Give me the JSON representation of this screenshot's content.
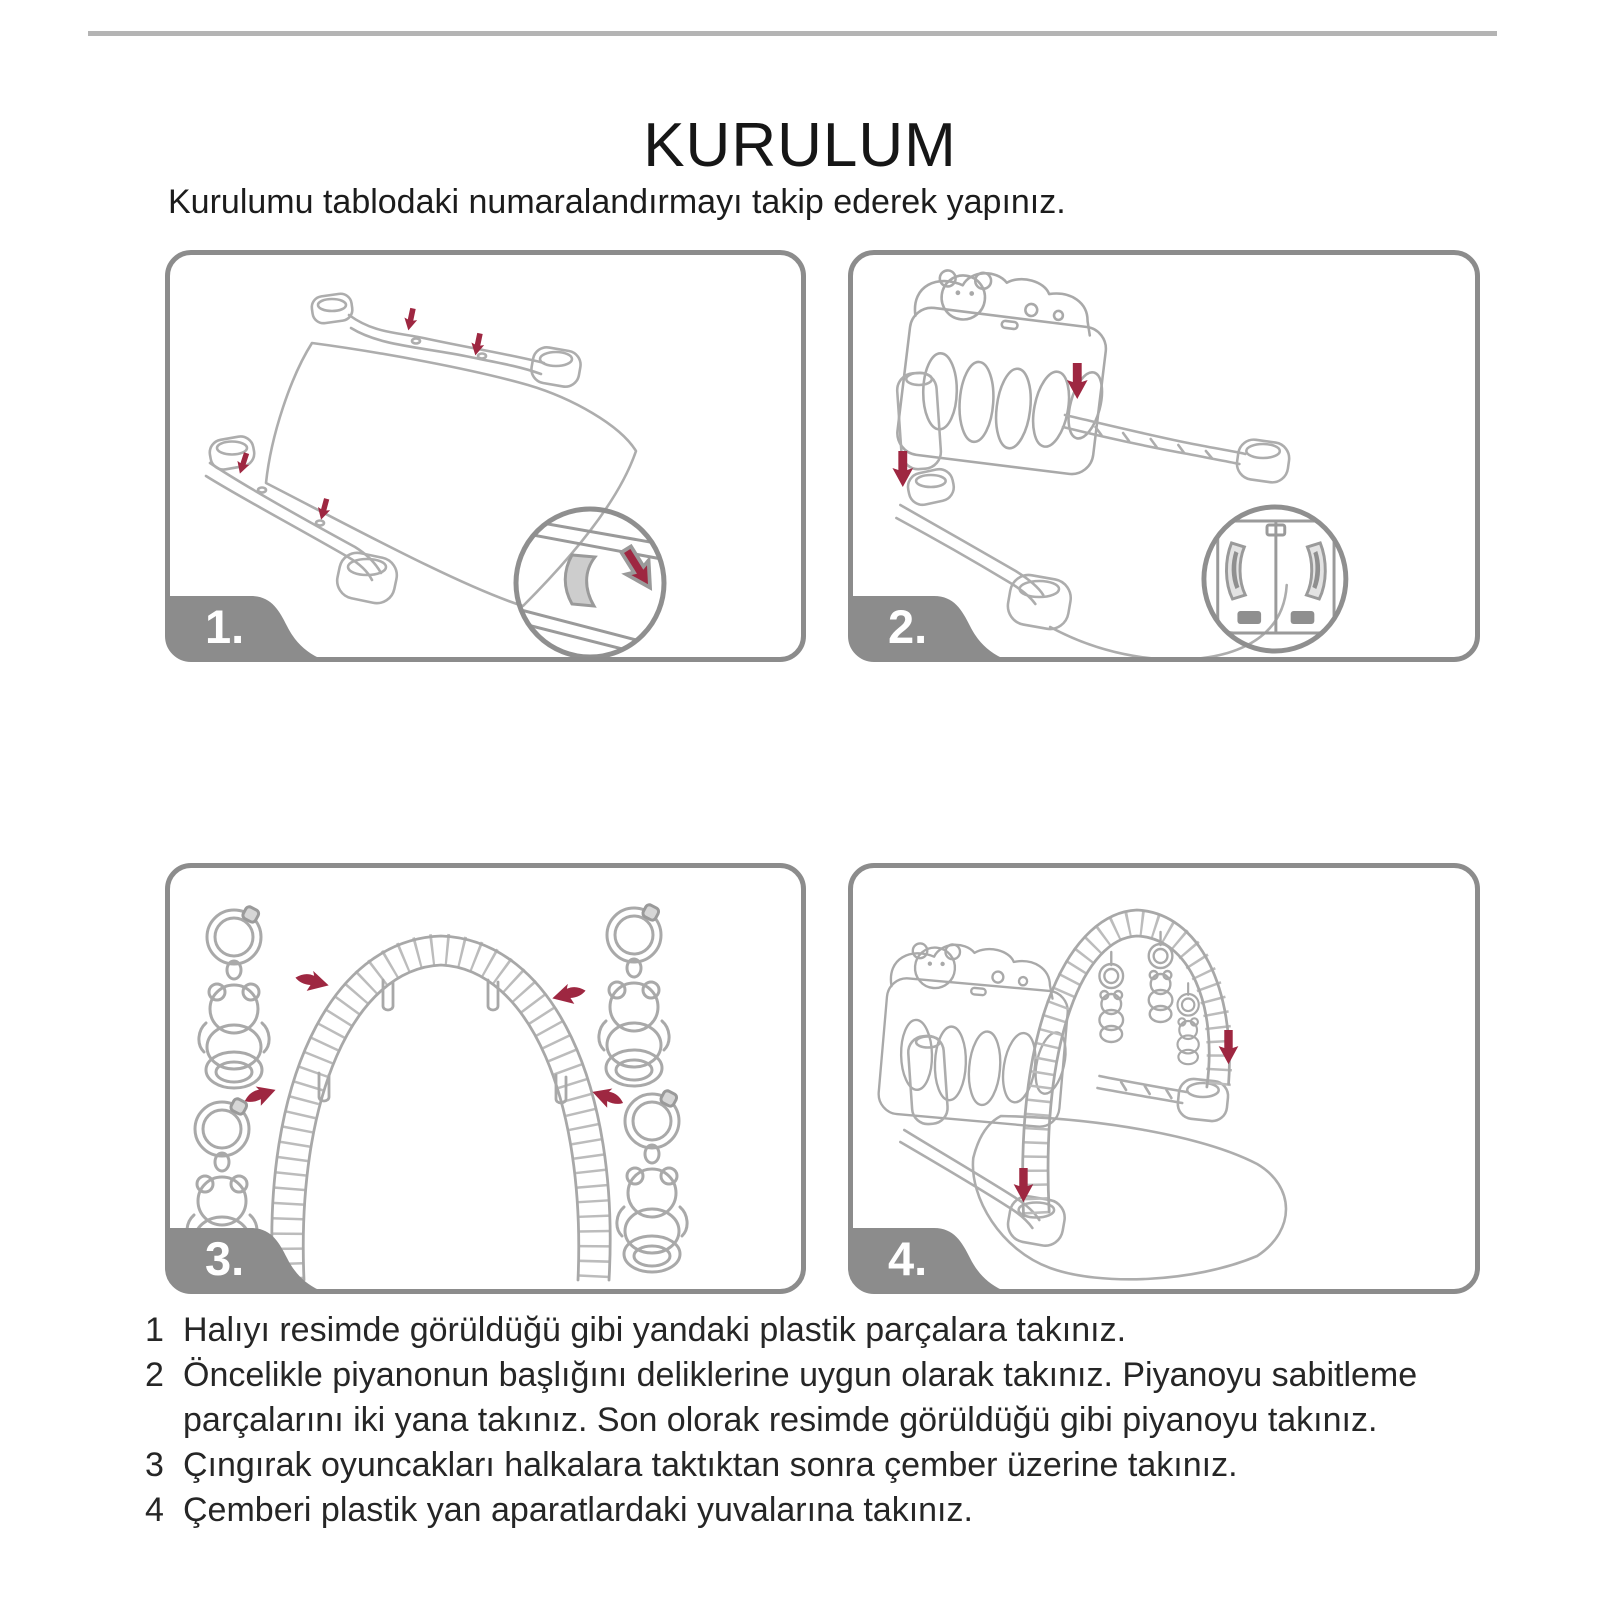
{
  "page": {
    "title": "KURULUM",
    "subtitle": "Kurulumu tablodaki numaralandırmayı takip ederek yapınız."
  },
  "panels": [
    {
      "number": "1."
    },
    {
      "number": "2."
    },
    {
      "number": "3."
    },
    {
      "number": "4."
    }
  ],
  "instructions": [
    {
      "num": "1",
      "text": "Halıyı resimde görüldüğü gibi yandaki plastik parçalara takınız."
    },
    {
      "num": "2",
      "text": "Öncelikle piyanonun başlığını deliklerine uygun olarak takınız. Piyanoyu sabitleme\nparçalarını iki yana takınız. Son olorak resimde görüldüğü gibi piyanoyu takınız."
    },
    {
      "num": "3",
      "text": "Çıngırak oyuncakları halkalara taktıktan sonra çember üzerine takınız."
    },
    {
      "num": "4",
      "text": "Çemberi plastik yan aparatlardaki yuvalarına takınız."
    }
  ],
  "colors": {
    "accent_red": "#9e2741",
    "panel_gray": "#8c8c8c",
    "line_art_gray": "#a9a9a9",
    "rule_gray": "#b4b4b4",
    "text": "#262626"
  },
  "icons": {
    "direction_arrow": "red-arrow",
    "detail_view": "magnifier-circle"
  }
}
